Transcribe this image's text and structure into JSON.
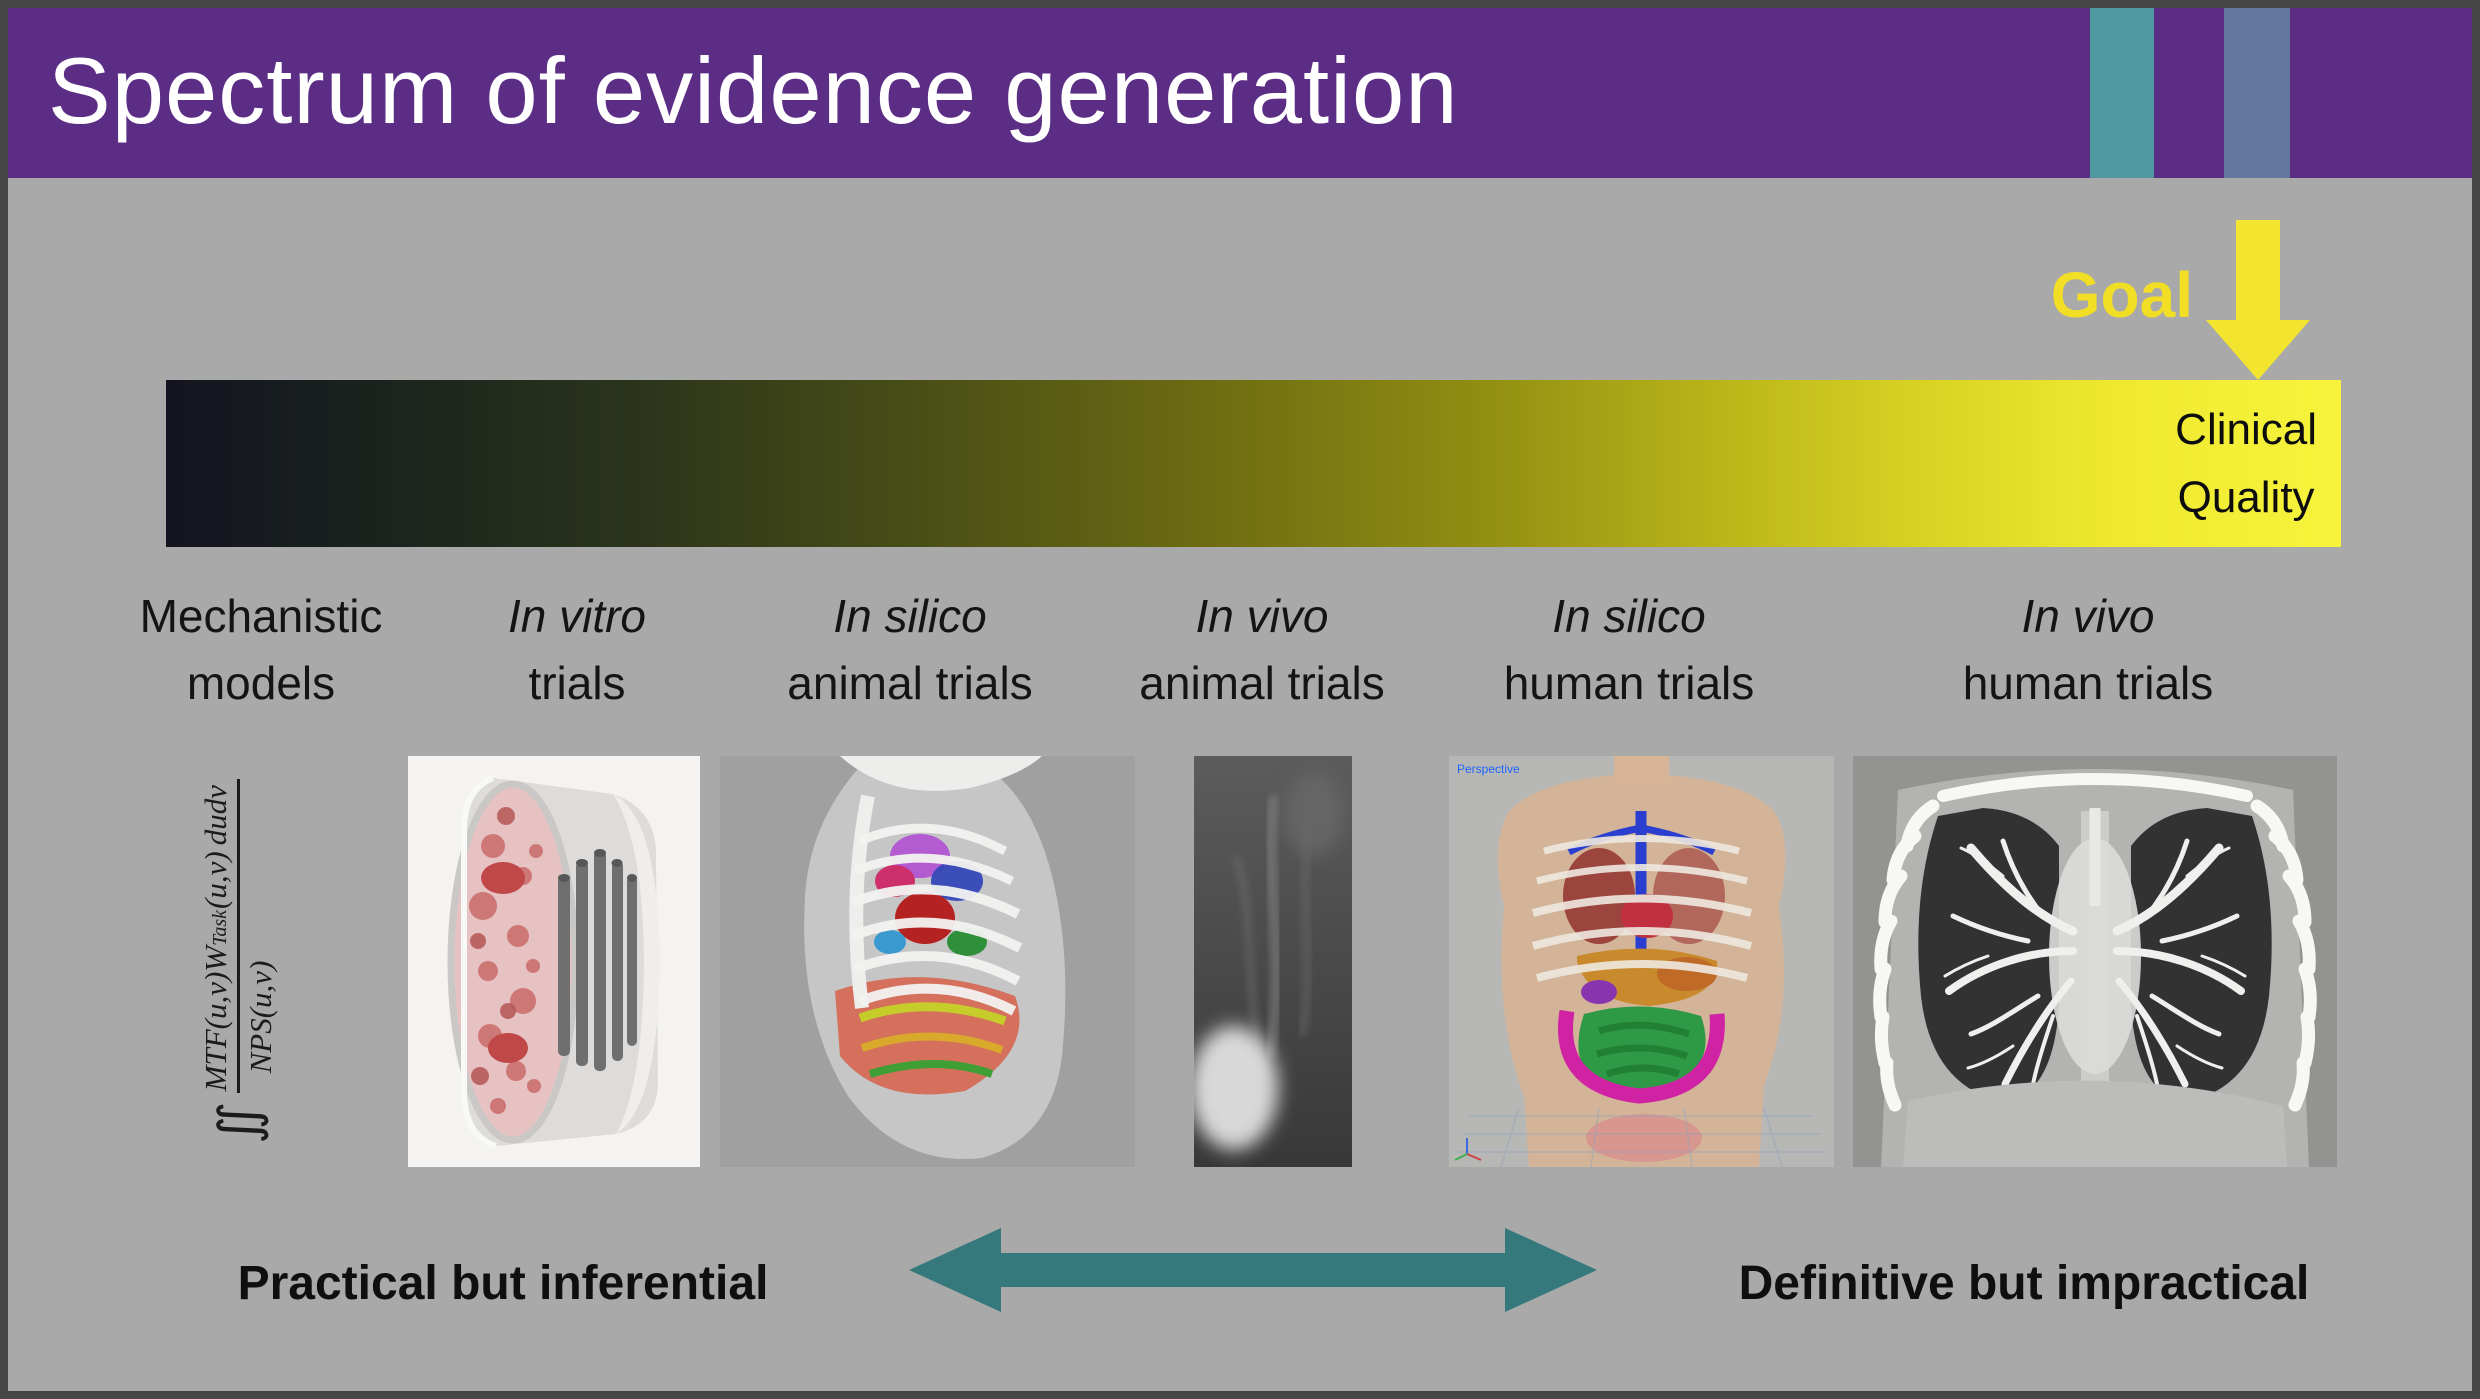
{
  "header": {
    "title": "Spectrum of evidence generation"
  },
  "goal": {
    "label": "Goal",
    "clinical_line1": "Clinical",
    "clinical_line2": "Quality"
  },
  "categories": [
    {
      "line1": "Mechanistic",
      "line2": "models"
    },
    {
      "line1": "In vitro",
      "line2": "trials"
    },
    {
      "line1": "In silico",
      "line2": "animal trials"
    },
    {
      "line1": "In vivo",
      "line2": "animal trials"
    },
    {
      "line1": "In silico",
      "line2": "human trials"
    },
    {
      "line1": "In vivo",
      "line2": "human trials"
    }
  ],
  "formula": {
    "integral": "∬",
    "num_mtf": "MTF(u,v)",
    "num_w": "W",
    "num_w_sub": "Task",
    "num_w_args": "(u,v)",
    "differential": "dudv",
    "denominator": "NPS(u,v)"
  },
  "images": {
    "in_silico_human_viewport_label": "Perspective"
  },
  "footer": {
    "left": "Practical but inferential",
    "right": "Definitive but impractical"
  },
  "colors": {
    "header_purple": "#5c2d85",
    "stripe_teal": "#4f9aa0",
    "stripe_slate": "#64789f",
    "background_gray": "#a9a9a9",
    "goal_yellow": "#f2df25",
    "double_arrow_teal": "#35797c",
    "gradient_start": "#131420",
    "gradient_end": "#f7f33c"
  }
}
